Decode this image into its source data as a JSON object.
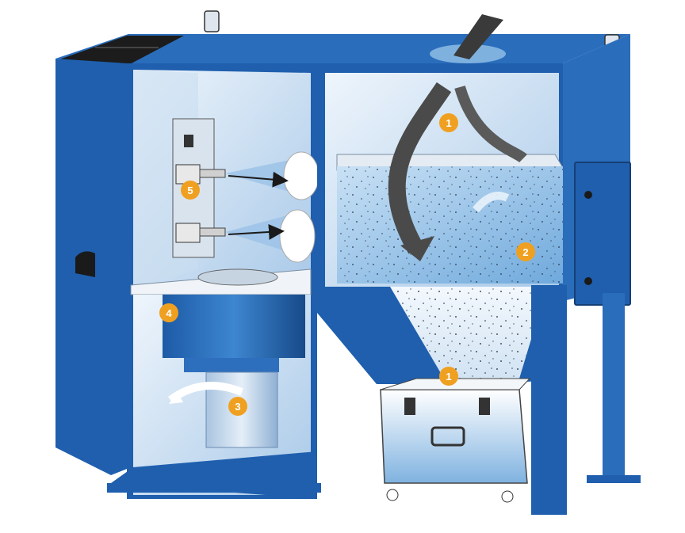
{
  "diagram": {
    "colors": {
      "cabinet_blue": "#1f5fae",
      "cabinet_dark": "#174a8a",
      "interior_light": "#dbe9f6",
      "filter_blue": "#8fc0e6",
      "badge_orange": "#f0a020",
      "airflow_gray": "#4a4a4a"
    },
    "callouts": [
      {
        "id": "dust-inlet",
        "label": "1"
      },
      {
        "id": "filter-cartridge",
        "label": "2"
      },
      {
        "id": "fan-motor-airflow",
        "label": "3"
      },
      {
        "id": "fan-housing",
        "label": "4"
      },
      {
        "id": "pulse-cleaning-valves",
        "label": "5"
      },
      {
        "id": "dust-outlet",
        "label": "1"
      }
    ]
  }
}
